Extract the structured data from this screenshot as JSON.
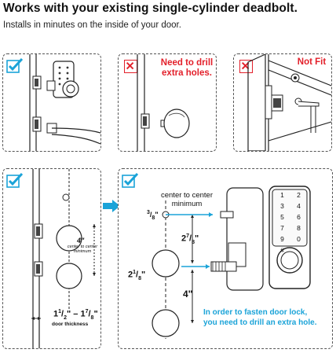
{
  "header": {
    "title": "Works with your existing single-cylinder deadbolt.",
    "subtitle": "Installs in minutes on the inside of your door."
  },
  "panels": {
    "handle_lever": {
      "status_icon": "check-icon"
    },
    "knob": {
      "status_icon": "x-icon",
      "label_line1": "Need to drill",
      "label_line2": "extra holes."
    },
    "not_fit": {
      "status_icon": "x-icon",
      "label": "Not Fit"
    },
    "door_prep": {
      "status_icon": "check-icon",
      "spacing_value": "4\"",
      "spacing_caption_line1": "center to center",
      "spacing_caption_line2": "minimum",
      "thickness_whole": "1",
      "thickness_num_a": "1",
      "thickness_den_a": "2",
      "thickness_sep": "\" – ",
      "thickness_num_b": "7",
      "thickness_den_b": "8",
      "thickness_unit": "\"",
      "thickness_caption": "door thickness"
    },
    "install": {
      "status_icon": "check-icon",
      "caption_line1": "center to center",
      "caption_line2": "minimum",
      "small_hole_num": "3",
      "small_hole_den": "8",
      "offset_whole": "2",
      "offset_num": "7",
      "offset_den": "8",
      "hole_whole": "2",
      "hole_num": "1",
      "hole_den": "8",
      "spacing_value": "4\"",
      "note_line1": "In order to fasten door lock,",
      "note_line2": "you need to drill an extra hole.",
      "keypad": [
        "1",
        "2",
        "3",
        "4",
        "5",
        "6",
        "7",
        "8",
        "9",
        "0",
        "#"
      ]
    }
  },
  "colors": {
    "accent_blue": "#1aa3d8",
    "alert_red": "#e3202b",
    "line": "#222222"
  }
}
